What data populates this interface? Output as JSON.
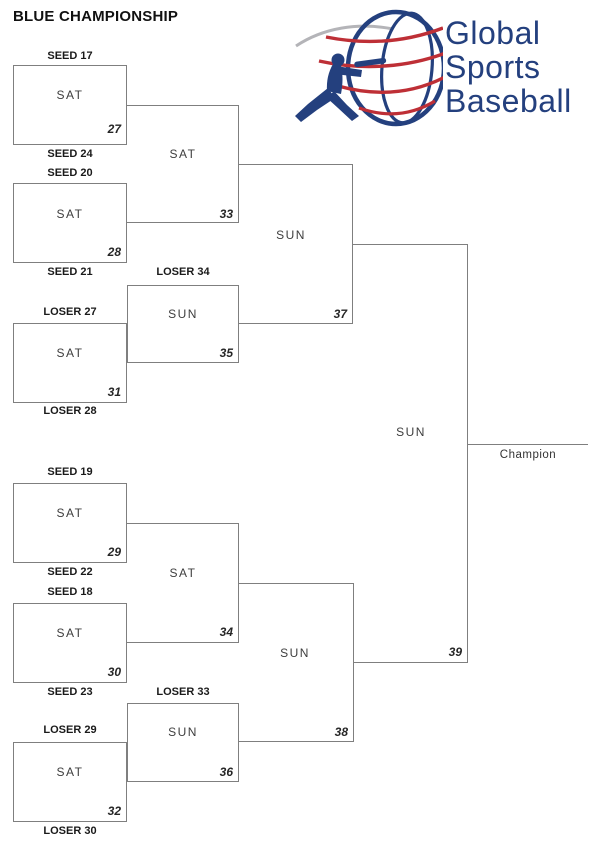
{
  "title": "BLUE CHAMPIONSHIP",
  "logo": {
    "lines": [
      "Global",
      "Sports",
      "Baseball"
    ],
    "colors": {
      "navy": "#24407E",
      "red": "#BE2F36",
      "gray": "#B4B4B8"
    }
  },
  "bracket": {
    "entries": {
      "seed17": "SEED 17",
      "seed24": "SEED 24",
      "seed20": "SEED 20",
      "seed21": "SEED 21",
      "loser27": "LOSER 27",
      "loser28": "LOSER 28",
      "loser34": "LOSER 34",
      "seed19": "SEED 19",
      "seed22": "SEED 22",
      "seed18": "SEED 18",
      "seed23": "SEED 23",
      "loser29": "LOSER 29",
      "loser30": "LOSER 30",
      "loser33": "LOSER 33"
    },
    "games": {
      "g27": {
        "day": "SAT",
        "num": "27"
      },
      "g28": {
        "day": "SAT",
        "num": "28"
      },
      "g29": {
        "day": "SAT",
        "num": "29"
      },
      "g30": {
        "day": "SAT",
        "num": "30"
      },
      "g31": {
        "day": "SAT",
        "num": "31"
      },
      "g32": {
        "day": "SAT",
        "num": "32"
      },
      "g33": {
        "day": "SAT",
        "num": "33"
      },
      "g34": {
        "day": "SAT",
        "num": "34"
      },
      "g35": {
        "day": "SUN",
        "num": "35"
      },
      "g36": {
        "day": "SUN",
        "num": "36"
      },
      "g37": {
        "day": "SUN",
        "num": "37"
      },
      "g38": {
        "day": "SUN",
        "num": "38"
      },
      "g39": {
        "day": "SUN",
        "num": "39"
      }
    },
    "champion_label": "Champion"
  }
}
